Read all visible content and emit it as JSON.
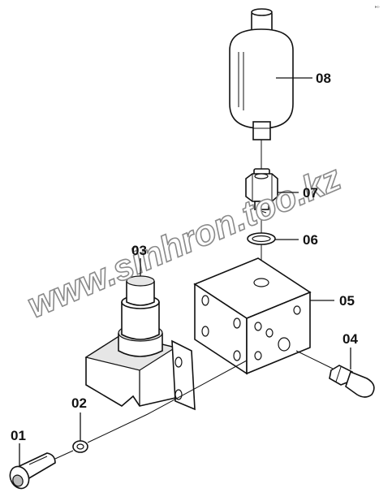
{
  "diagram": {
    "corner_mark": "▸▹",
    "watermark": "www.sinhron.too.kz",
    "callouts": [
      {
        "id": "01",
        "part": "socket-head-bolt"
      },
      {
        "id": "02",
        "part": "washer"
      },
      {
        "id": "03",
        "part": "valve-cartridge"
      },
      {
        "id": "04",
        "part": "plug-fitting"
      },
      {
        "id": "05",
        "part": "manifold-block"
      },
      {
        "id": "06",
        "part": "o-ring"
      },
      {
        "id": "07",
        "part": "union-nut"
      },
      {
        "id": "08",
        "part": "accumulator"
      }
    ]
  }
}
